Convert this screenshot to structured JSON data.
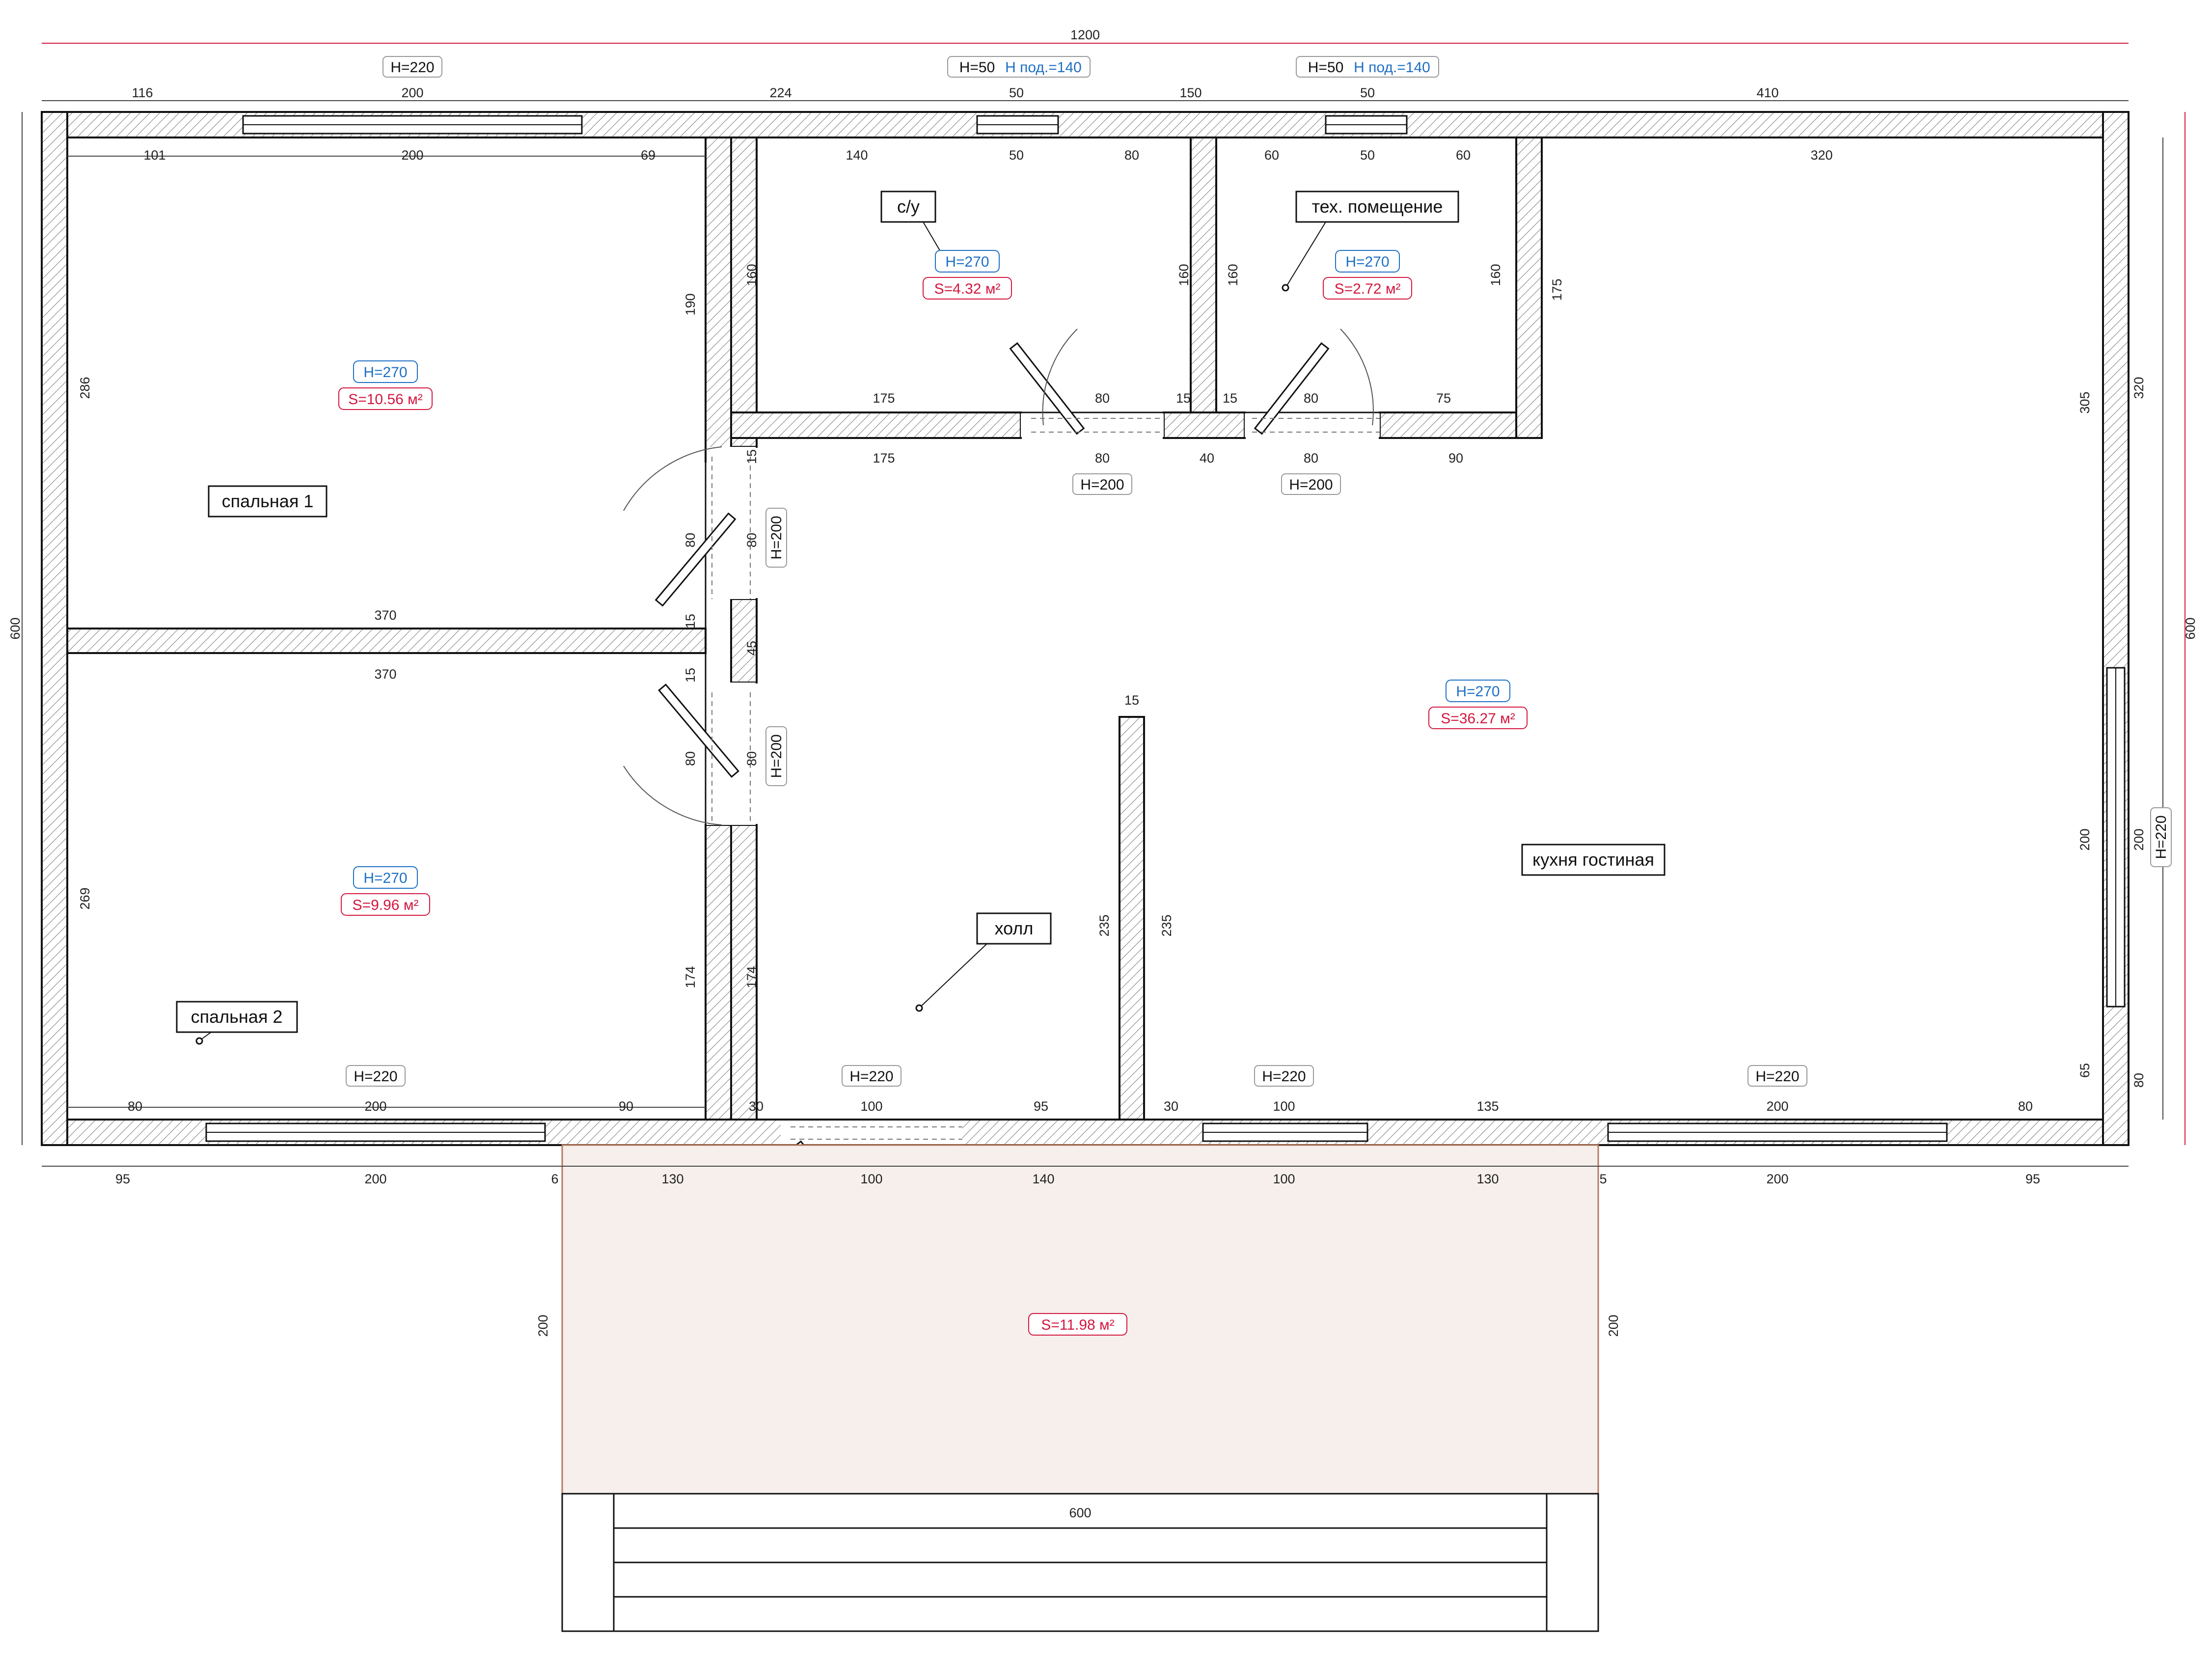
{
  "colors": {
    "wall_stroke": "#111111",
    "dimension": "#333333",
    "height_label": "#1d6fc4",
    "area_label": "#d3173f",
    "overall_dimension": "#d3173f",
    "terrace_fill": "#f6efec",
    "terrace_edge": "#b7795c"
  },
  "overall": {
    "width": "1200",
    "depth": "600"
  },
  "rooms": {
    "bedroom1": {
      "name": "спальная 1",
      "height": "H=270",
      "area": "S=10.56 м²"
    },
    "bedroom2": {
      "name": "спальная 2",
      "height": "H=270",
      "area": "S=9.96 м²"
    },
    "bathroom": {
      "name": "с/у",
      "height": "H=270",
      "area": "S=4.32 м²"
    },
    "tech": {
      "name": "тех. помещение",
      "height": "H=270",
      "area": "S=2.72 м²"
    },
    "hall": {
      "name": "холл"
    },
    "living": {
      "name": "кухня гостиная",
      "height": "H=270",
      "area": "S=36.27 м²"
    },
    "terrace": {
      "area": "S=11.98 м²",
      "width": "600",
      "depth": "200"
    }
  },
  "openings": {
    "window_h220": "H=220",
    "window_h50": "H=50",
    "sill": "H под.=140",
    "door_h200": "H=200"
  },
  "dims": {
    "d116": "116",
    "d200": "200",
    "d224": "224",
    "d50": "50",
    "d150": "150",
    "d410": "410",
    "d101": "101",
    "d69": "69",
    "d140": "140",
    "d80": "80",
    "d60": "60",
    "d320": "320",
    "d190": "190",
    "d160": "160",
    "d175": "175",
    "d286": "286",
    "d15": "15",
    "d40": "40",
    "d90": "90",
    "d75": "75",
    "d370": "370",
    "d45": "45",
    "d269": "269",
    "d174": "174",
    "d235": "235",
    "d305": "305",
    "d65": "65",
    "d30": "30",
    "d100": "100",
    "d95": "95",
    "d135": "135",
    "d6": "6",
    "d130": "130",
    "d5": "5",
    "d600": "600"
  }
}
